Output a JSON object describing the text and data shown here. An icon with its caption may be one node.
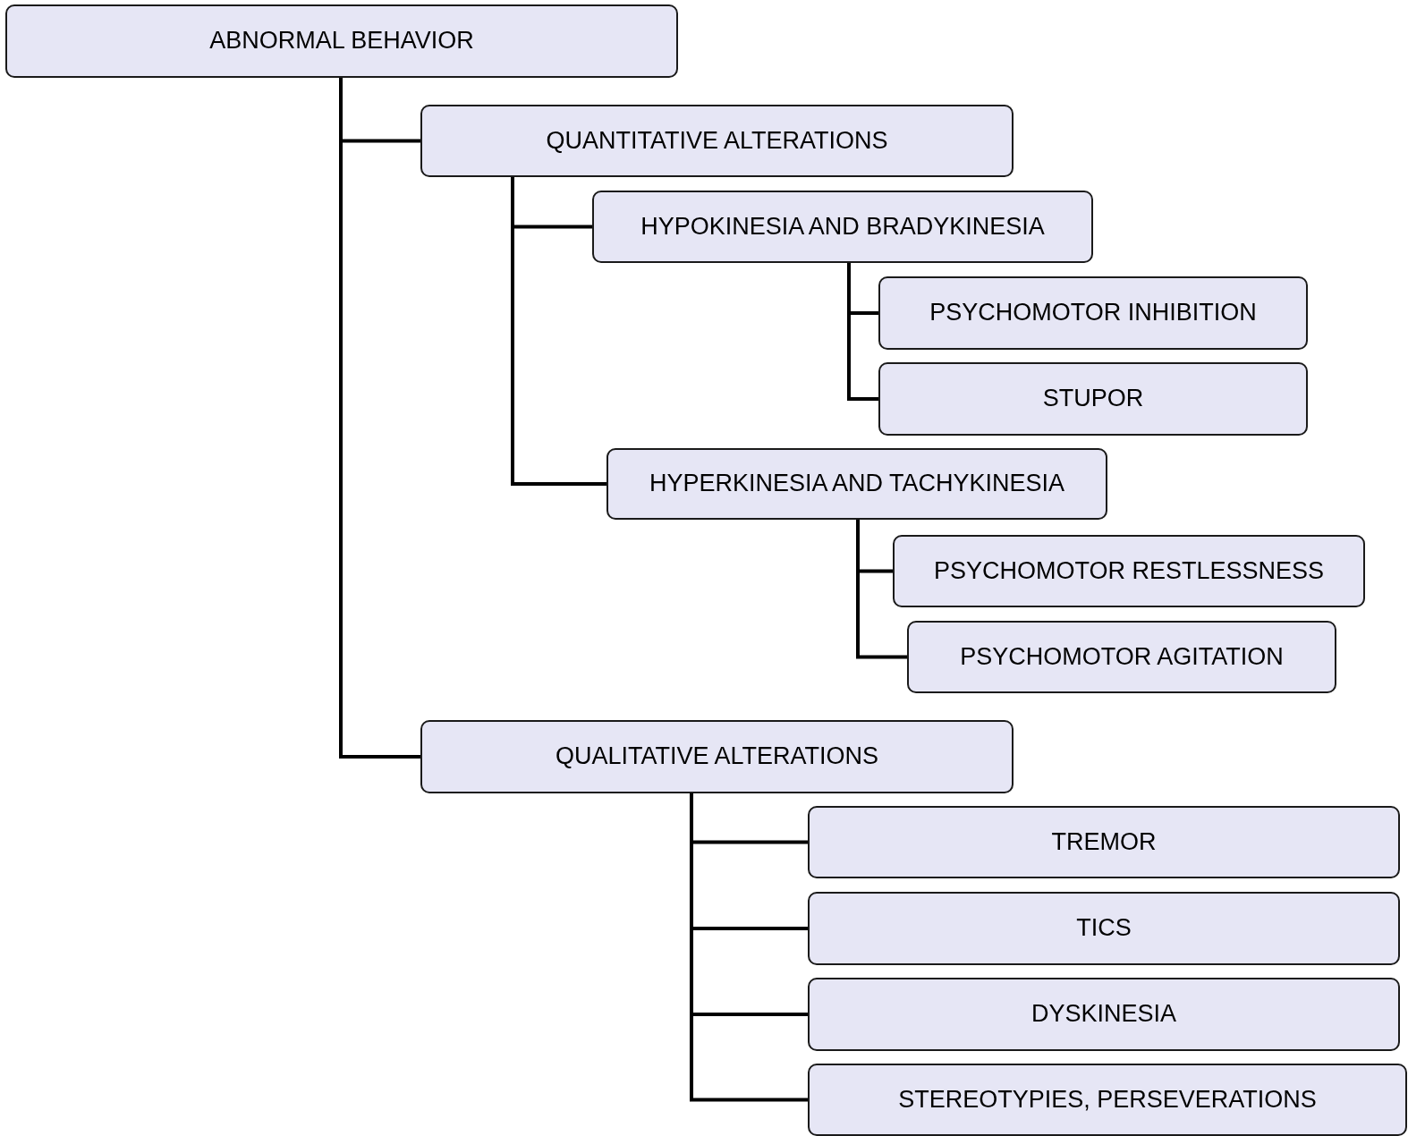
{
  "diagram": {
    "nodes": [
      {
        "text": [
          "ABNORMAL BEHAVIOR"
        ]
      },
      {
        "text": [
          "QUANTITATIVE ALTERATIONS"
        ]
      },
      {
        "text": [
          "HYPOKINESIA AND BRADYKINESIA"
        ]
      },
      {
        "text": [
          "PSYCHOMOTOR INHIBITION"
        ]
      },
      {
        "text": [
          "STUPOR"
        ]
      },
      {
        "text": [
          "HYPERKINESIA AND TACHYKINESIA"
        ]
      },
      {
        "text": [
          "PSYCHOMOTOR RESTLESSNESS"
        ]
      },
      {
        "text": [
          "PSYCHOMOTOR AGITATION"
        ]
      },
      {
        "text": [
          "QUALITATIVE ALTERATIONS"
        ]
      },
      {
        "text": [
          "TREMOR"
        ]
      },
      {
        "text": [
          "TICS"
        ]
      },
      {
        "text": [
          "DYSKINESIA"
        ]
      },
      {
        "text": [
          "STEREOTYPIES, PERSEVERATIONS"
        ]
      }
    ],
    "edges": [
      {
        "from": 0,
        "to": 1,
        "arrow": "none"
      },
      {
        "from": 0,
        "to": 8,
        "arrow": "none"
      },
      {
        "from": 1,
        "to": 2,
        "arrow": "none"
      },
      {
        "from": 1,
        "to": 5,
        "arrow": "none"
      },
      {
        "from": 2,
        "to": 3,
        "arrow": "none"
      },
      {
        "from": 2,
        "to": 4,
        "arrow": "none"
      },
      {
        "from": 5,
        "to": 6,
        "arrow": "none"
      },
      {
        "from": 5,
        "to": 7,
        "arrow": "none"
      },
      {
        "from": 8,
        "to": 9,
        "arrow": "none"
      },
      {
        "from": 8,
        "to": 10,
        "arrow": "none"
      },
      {
        "from": 8,
        "to": 11,
        "arrow": "none"
      },
      {
        "from": 8,
        "to": 12,
        "arrow": "none"
      }
    ]
  }
}
